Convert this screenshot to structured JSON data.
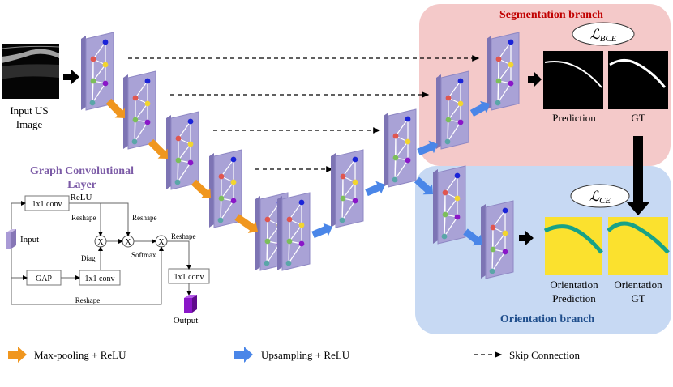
{
  "regions": {
    "segmentation": {
      "title": "Segmentation branch",
      "loss": "ℒBCE",
      "loss_symbol": "ℒ",
      "loss_sub": "BCE",
      "fill": "#f4c9c9",
      "title_color": "#c00000"
    },
    "orientation": {
      "title": "Orientation branch",
      "loss": "ℒCE",
      "loss_symbol": "ℒ",
      "loss_sub": "CE",
      "fill": "#c7d9f3",
      "title_color": "#1f4e8c"
    }
  },
  "input": {
    "label_line1": "Input US",
    "label_line2": "Image"
  },
  "outputs": {
    "prediction": "Prediction",
    "gt": "GT",
    "orient_pred_line1": "Orientation",
    "orient_pred_line2": "Prediction",
    "orient_gt_line1": "Orientation",
    "orient_gt_line2": "GT"
  },
  "gcl": {
    "title_line1": "Graph Convolutional",
    "title_line2": "Layer",
    "title_color": "#7b5aa6",
    "conv_top": "1x1 conv",
    "relu": "ReLU",
    "reshape_left": "Reshape",
    "reshape_mid": "Reshape",
    "reshape_right": "Reshape",
    "reshape_bottom": "Reshape",
    "input": "Input",
    "diag": "Diag",
    "softmax": "Softmax",
    "gap": "GAP",
    "conv_mid": "1x1 conv",
    "conv_out": "1x1 conv",
    "output": "Output",
    "multiply": "X"
  },
  "legend": {
    "maxpool": "Max-pooling + ReLU",
    "upsample": "Upsampling + ReLU",
    "skip": "Skip  Connection"
  },
  "colors": {
    "plate": "#a9a2d6",
    "plate_side": "#7d74b4",
    "orange_arrow": "#f0961e",
    "blue_arrow": "#4a86e8",
    "output_cube": "#8a16c8",
    "orientation_bg": "#fbe12e",
    "orientation_line": "#17a287"
  }
}
